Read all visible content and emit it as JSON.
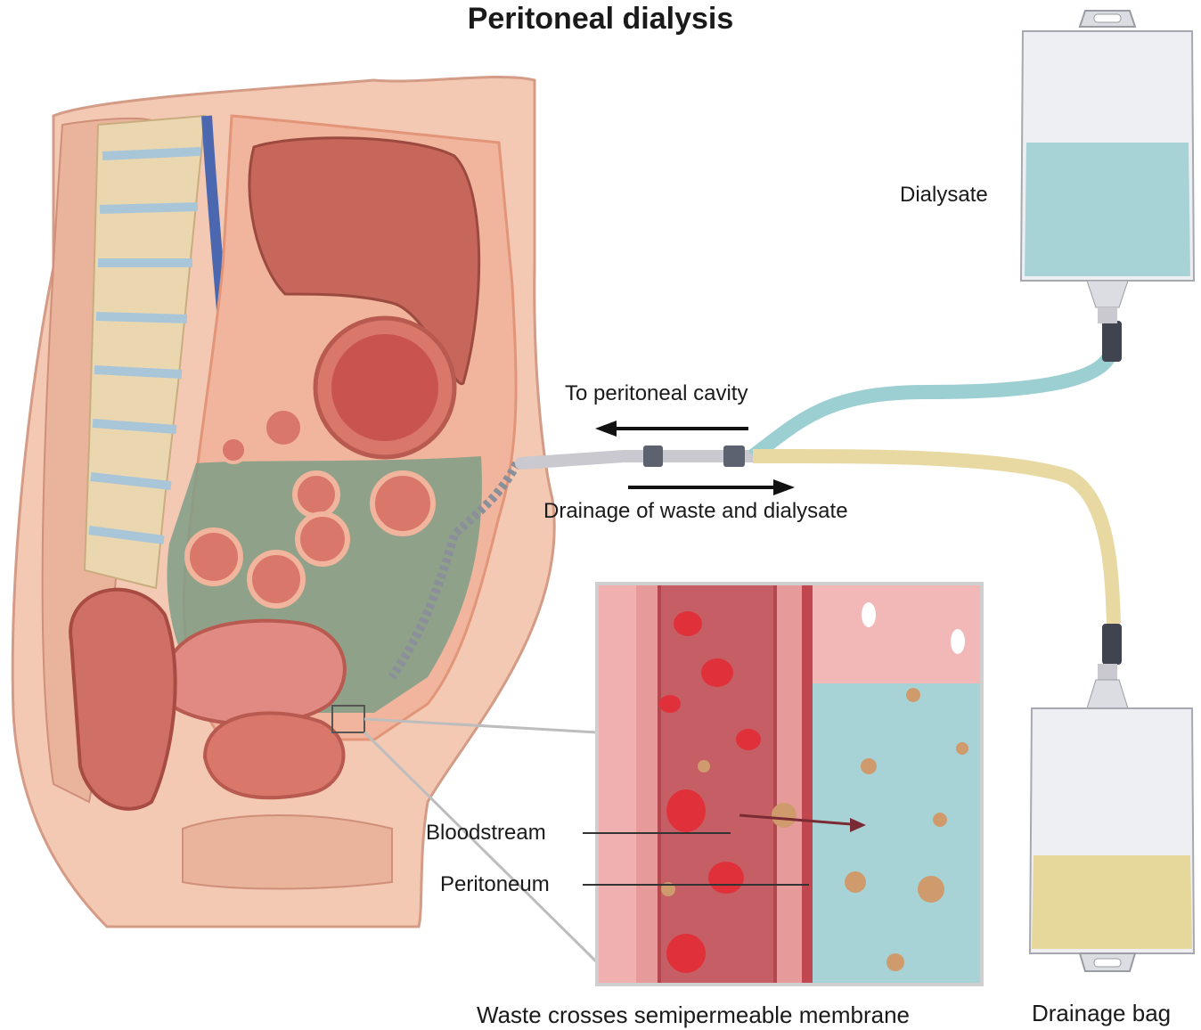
{
  "title": "Peritoneal dialysis",
  "labels": {
    "dialysate": "Dialysate",
    "to_peritoneal_cavity": "To peritoneal cavity",
    "drainage": "Drainage of waste and dialysate",
    "bloodstream": "Bloodstream",
    "peritoneum": "Peritoneum",
    "waste_crosses": "Waste crosses semipermeable membrane",
    "drainage_bag": "Drainage bag"
  },
  "colors": {
    "skin": "#f3c9b4",
    "organ": "#d9776b",
    "liver": "#c7665a",
    "peritoneal_fluid": "#7f9e86",
    "dialysate_fluid": "#a8d3d6",
    "waste_fluid": "#e6d79a",
    "blood_cell": "#e0313b",
    "tube_clear": "#c9c9cf",
    "tube_blue": "#9ccfd2",
    "tube_yellow": "#e8d9a3"
  }
}
